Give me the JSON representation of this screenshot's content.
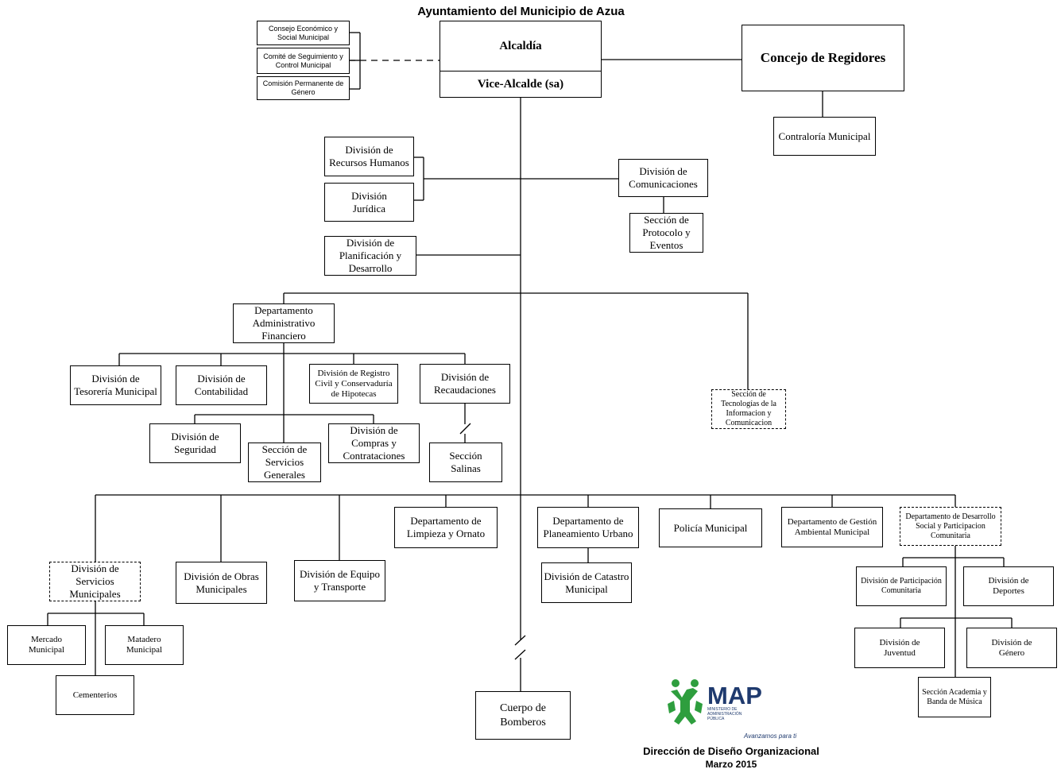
{
  "header": {
    "title": "Ayuntamiento del Municipio de Azua"
  },
  "top": {
    "alcaldia": "Alcaldía",
    "vice": "Vice-Alcalde (sa)",
    "concejo": "Concejo de Regidores",
    "contraloria": "Contraloría Municipal",
    "consejo": "Consejo Económico y Social Municipal",
    "comite": "Comité de Seguimiento y Control Municipal",
    "comision": "Comisión Permanente de Género"
  },
  "staff": {
    "rrhh": "División de Recursos Humanos",
    "juridica": "División Jurídica",
    "comunicaciones": "División de Comunicaciones",
    "protocolo": "Sección de Protocolo y Eventos",
    "planificacion": "División de Planificación y Desarrollo"
  },
  "admin": {
    "dept": "Departamento Administrativo Financiero",
    "tesoreria": "División de Tesorería Municipal",
    "contabilidad": "División de Contabilidad",
    "registro": "División de Registro Civil y Conservaduría de Hipotecas",
    "recaudaciones": "División de Recaudaciones",
    "salinas": "Sección Salinas",
    "seguridad": "División de Seguridad",
    "servicios_generales": "Sección de Servicios Generales",
    "compras": "División de Compras y Contrataciones",
    "tic": "Sección de Tecnologías de la Informacion y Comunicacion"
  },
  "ops": {
    "servicios_municipales": "División de Servicios Municipales",
    "mercado": "Mercado Municipal",
    "matadero": "Matadero Municipal",
    "cementerios": "Cementerios",
    "obras": "División de Obras Municipales",
    "equipo": "División de Equipo y Transporte",
    "limpieza": "Departamento de Limpieza y Ornato",
    "planeamiento": "Departamento de Planeamiento Urbano",
    "catastro": "División de Catastro Municipal",
    "policia": "Policía Municipal",
    "ambiental": "Departamento de Gestión Ambiental Municipal",
    "desarrollo_social": "Departamento de Desarrollo Social y Participacion Comunitaria",
    "participacion": "División de Participación Comunitaria",
    "deportes": "División de Deportes",
    "juventud": "División de Juventud",
    "genero": "División de Género",
    "academia": "Sección Academia y Banda de Música",
    "bomberos": "Cuerpo de Bomberos"
  },
  "footer": {
    "logo_text": "MAP",
    "logo_sub": "MINISTERIO DE ADMINISTRACIÓN PÚBLICA",
    "slogan": "Avanzamos para ti",
    "direccion": "Dirección de Diseño Organizacional",
    "fecha": "Marzo 2015"
  },
  "colors": {
    "line": "#000000",
    "logo_green": "#2e9e3e",
    "logo_navy": "#1f3a6e"
  }
}
